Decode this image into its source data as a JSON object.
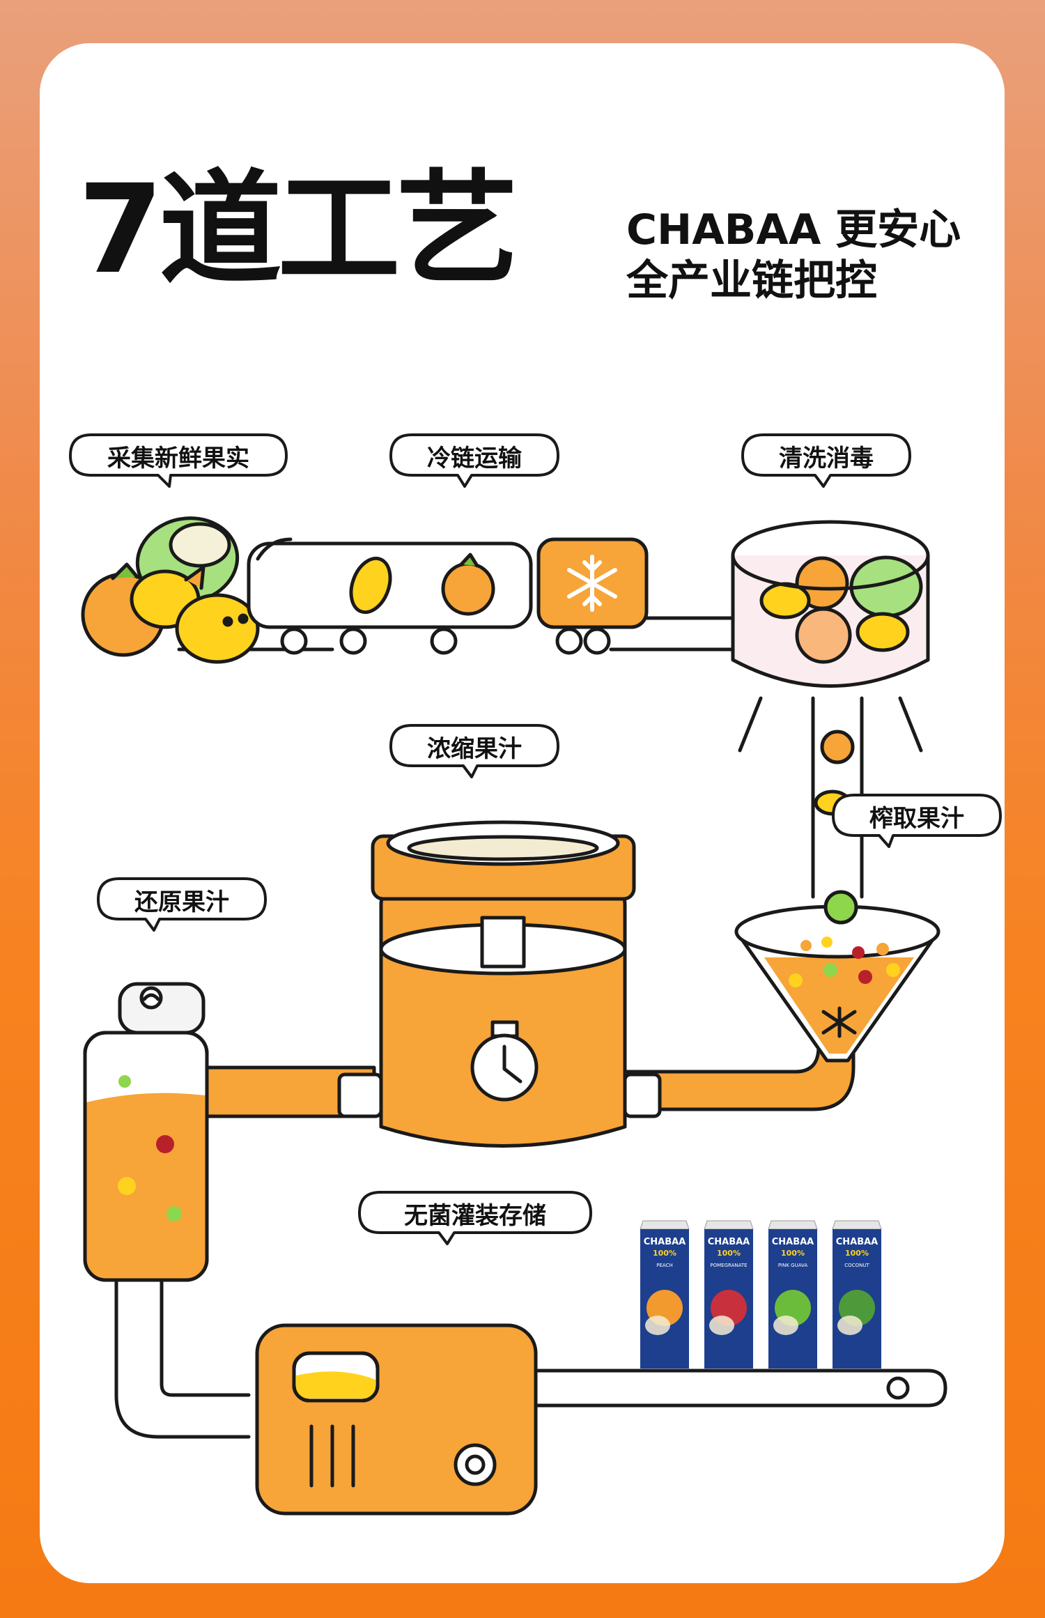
{
  "title": "7道工艺",
  "subtitle": {
    "line1": "CHABAA 更安心",
    "line2": "全产业链把控"
  },
  "steps": [
    {
      "label": "采集新鲜果实"
    },
    {
      "label": "冷链运输"
    },
    {
      "label": "清洗消毒"
    },
    {
      "label": "浓缩果汁"
    },
    {
      "label": "榨取果汁"
    },
    {
      "label": "还原果汁"
    },
    {
      "label": "无菌灌装存储"
    }
  ],
  "products": [
    {
      "brand": "CHABAA",
      "badge": "100%",
      "flavor": "PEACH",
      "color": "#f29a2e"
    },
    {
      "brand": "CHABAA",
      "badge": "100%",
      "flavor": "POMEGRANATE",
      "color": "#c8303d"
    },
    {
      "brand": "CHABAA",
      "badge": "100%",
      "flavor": "PINK GUAVA",
      "color": "#6cbc3c"
    },
    {
      "brand": "CHABAA",
      "badge": "100%",
      "flavor": "COCONUT",
      "color": "#4e9a3a"
    }
  ],
  "colors": {
    "orange": "#f7a439",
    "outline": "#1a1a1a",
    "juice": "#f7a439",
    "pale_juice": "#f4ecd2",
    "yellow": "#ffd21e",
    "green": "#8ed64b",
    "red": "#b8202a",
    "pack_blue": "#1d3f8e"
  }
}
